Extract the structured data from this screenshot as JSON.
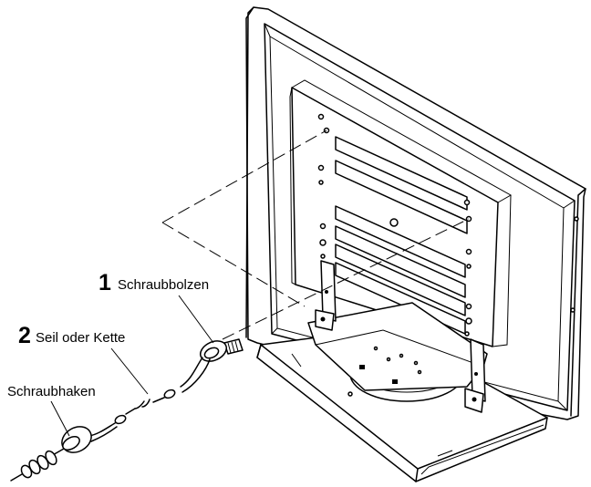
{
  "labels": {
    "part1_number": "1",
    "part1_name": "Schraubbolzen",
    "part2_number": "2",
    "part2_name": "Seil oder Kette",
    "hook_name": "Schraubhaken"
  }
}
